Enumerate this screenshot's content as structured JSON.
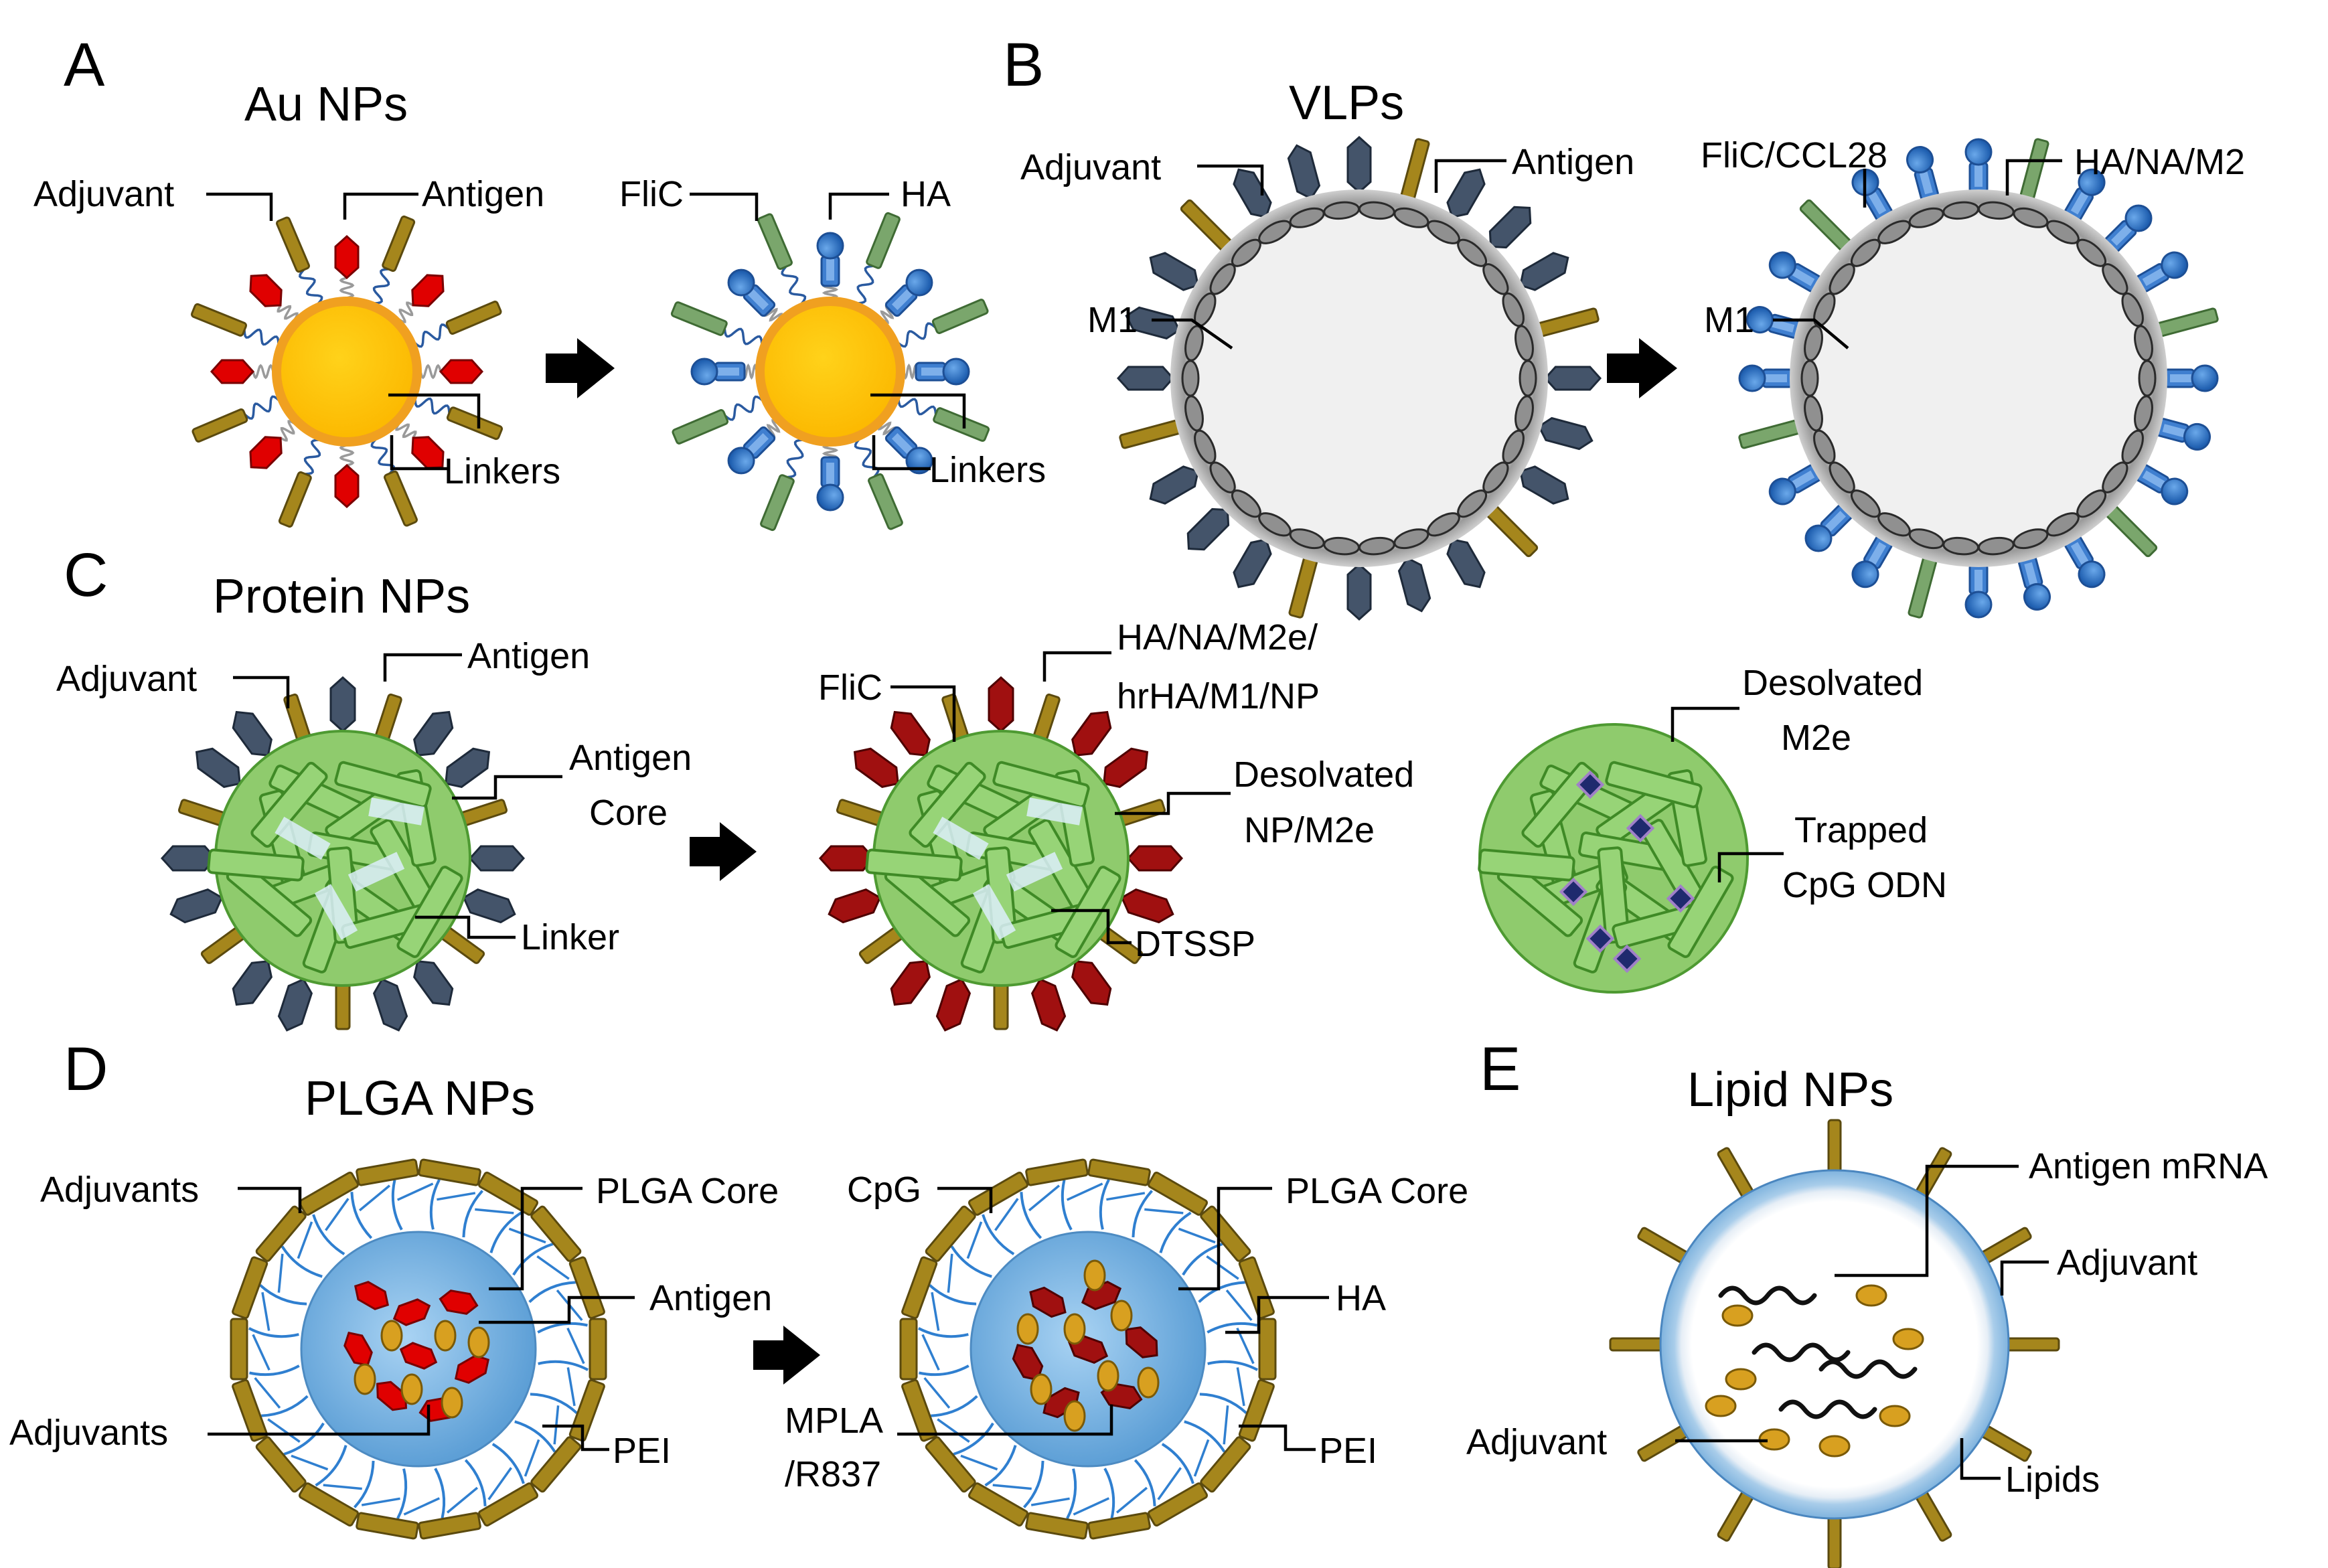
{
  "colors": {
    "gold_core": "#fcc000",
    "gold_ring": "#f0a020",
    "red_antigen": "#e00000",
    "dark_red": "#a01010",
    "slate_antigen": "#44546a",
    "adjuvant_olive": "#a5861c",
    "flic_green": "#7aa66c",
    "ha_blue": "#2e75c6",
    "protein_green": "#8ccb6b",
    "plga_blue": "#79b4e2",
    "linker_blue": "#2f7fd0",
    "lipid_blue": "#9bc6e8"
  },
  "panels": {
    "A": {
      "letter": "A",
      "title": "Au NPs",
      "labels": {
        "adjuvant": "Adjuvant",
        "antigen": "Antigen",
        "linkers_1": "Linkers",
        "flic": "FliC",
        "ha": "HA",
        "linkers_2": "Linkers"
      }
    },
    "B": {
      "letter": "B",
      "title": "VLPs",
      "labels": {
        "adjuvant": "Adjuvant",
        "antigen": "Antigen",
        "m1_1": "M1",
        "flic_ccl28": "FliC/CCL28",
        "ha_na_m2": "HA/NA/M2",
        "m1_2": "M1"
      }
    },
    "C": {
      "letter": "C",
      "title": "Protein NPs",
      "labels": {
        "adjuvant": "Adjuvant",
        "antigen": "Antigen",
        "antigen_core_1": "Antigen",
        "antigen_core_2": "Core",
        "linker": "Linker",
        "flic": "FliC",
        "ha_line1": "HA/NA/M2e/",
        "ha_line2": "hrHA/M1/NP",
        "desolvated_np_1": "Desolvated",
        "desolvated_np_2": "NP/M2e",
        "dtssp": "DTSSP",
        "desolvated_m2e_1": "Desolvated",
        "desolvated_m2e_2": "M2e",
        "trapped_1": "Trapped",
        "trapped_2": "CpG ODN"
      }
    },
    "D": {
      "letter": "D",
      "title": "PLGA NPs",
      "labels": {
        "adjuvants_top": "Adjuvants",
        "plga_core_1": "PLGA Core",
        "antigen": "Antigen",
        "adjuvants_bottom": "Adjuvants",
        "pei_1": "PEI",
        "cpg": "CpG",
        "plga_core_2": "PLGA Core",
        "ha": "HA",
        "mpla_1": "MPLA",
        "mpla_2": "/R837",
        "pei_2": "PEI"
      }
    },
    "E": {
      "letter": "E",
      "title": "Lipid NPs",
      "labels": {
        "antigen_mrna": "Antigen mRNA",
        "adjuvant_right": "Adjuvant",
        "adjuvant_left": "Adjuvant",
        "lipids": "Lipids"
      }
    }
  }
}
